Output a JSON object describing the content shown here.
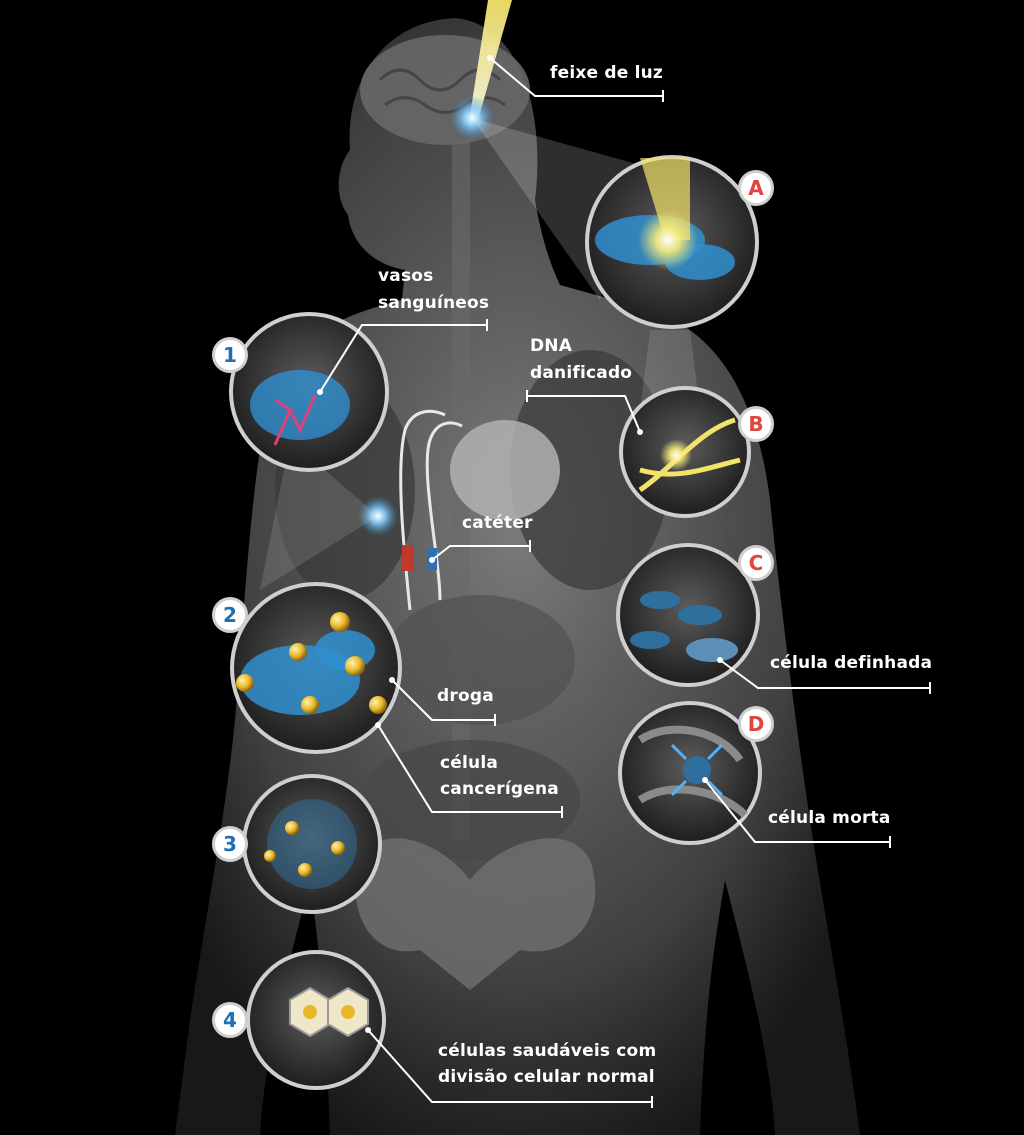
{
  "labels": {
    "light_beam": "feixe de luz",
    "blood_vessels_1": "vasos",
    "blood_vessels_2": "sanguíneos",
    "damaged_dna_1": "DNA",
    "damaged_dna_2": "danificado",
    "catheter": "catéter",
    "drug": "droga",
    "cancer_cell_1": "célula",
    "cancer_cell_2": "cancerígena",
    "withered_cell": "célula definhada",
    "dead_cell": "célula morta",
    "healthy_cells_1": "células saudáveis com",
    "healthy_cells_2": "divisão celular normal"
  },
  "steps_numbered": [
    "1",
    "2",
    "3",
    "4"
  ],
  "steps_lettered": [
    "A",
    "B",
    "C",
    "D"
  ],
  "colors": {
    "background": "#000000",
    "body": "#8a8a8a",
    "cancer_cell": "#2f8fd0",
    "light": "#f3e36a",
    "drug": "#e9b82a",
    "number_badge": "#1f6fb5",
    "letter_badge": "#e0463c"
  }
}
